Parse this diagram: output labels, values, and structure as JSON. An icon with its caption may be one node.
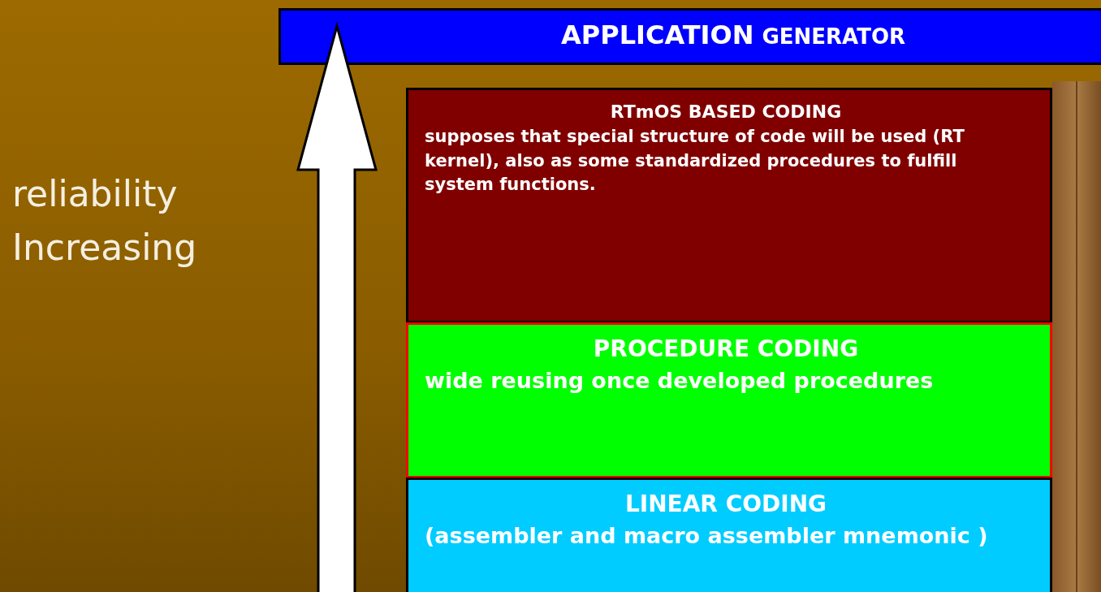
{
  "diagram": {
    "nodes": [
      {
        "text": [
          "APPLICATION",
          "GENERATOR"
        ]
      },
      {
        "text": [
          "RTmOS BASED CODING",
          "supposes that special structure of code will be used (RT kernel), also as some  standardized procedures to fulfill system functions."
        ]
      },
      {
        "text": [
          "PROCEDURE CODING",
          "wide reusing once developed procedures"
        ]
      },
      {
        "text": [
          "LINEAR CODING",
          "(assembler and macro assembler mnemonic )"
        ]
      }
    ],
    "edges": [],
    "labels": [
      "reliability",
      "Increasing"
    ]
  }
}
